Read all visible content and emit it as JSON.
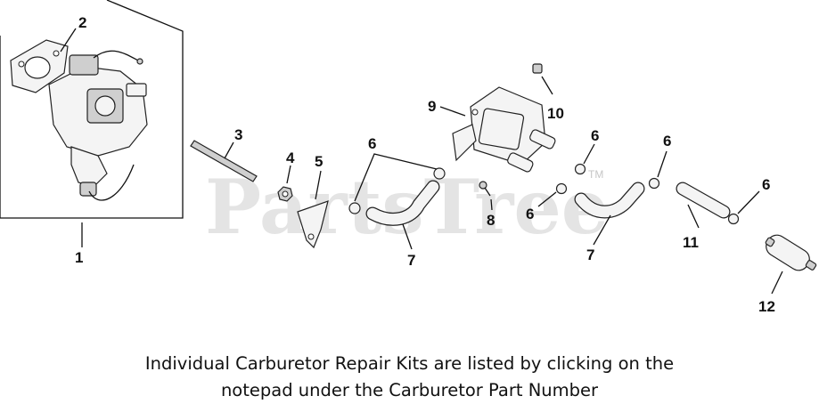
{
  "watermark": {
    "text": "PartsTree",
    "trademark": "TM"
  },
  "callouts": {
    "c1": "1",
    "c2": "2",
    "c3": "3",
    "c4": "4",
    "c5": "5",
    "c6a": "6",
    "c6b": "6",
    "c6c": "6",
    "c6d": "6",
    "c6e": "6",
    "c7a": "7",
    "c7b": "7",
    "c8": "8",
    "c9": "9",
    "c10": "10",
    "c11": "11",
    "c12": "12"
  },
  "caption": {
    "line1": "Individual Carburetor Repair Kits are listed by clicking on the",
    "line2": "notepad under the Carburetor Part Number"
  }
}
